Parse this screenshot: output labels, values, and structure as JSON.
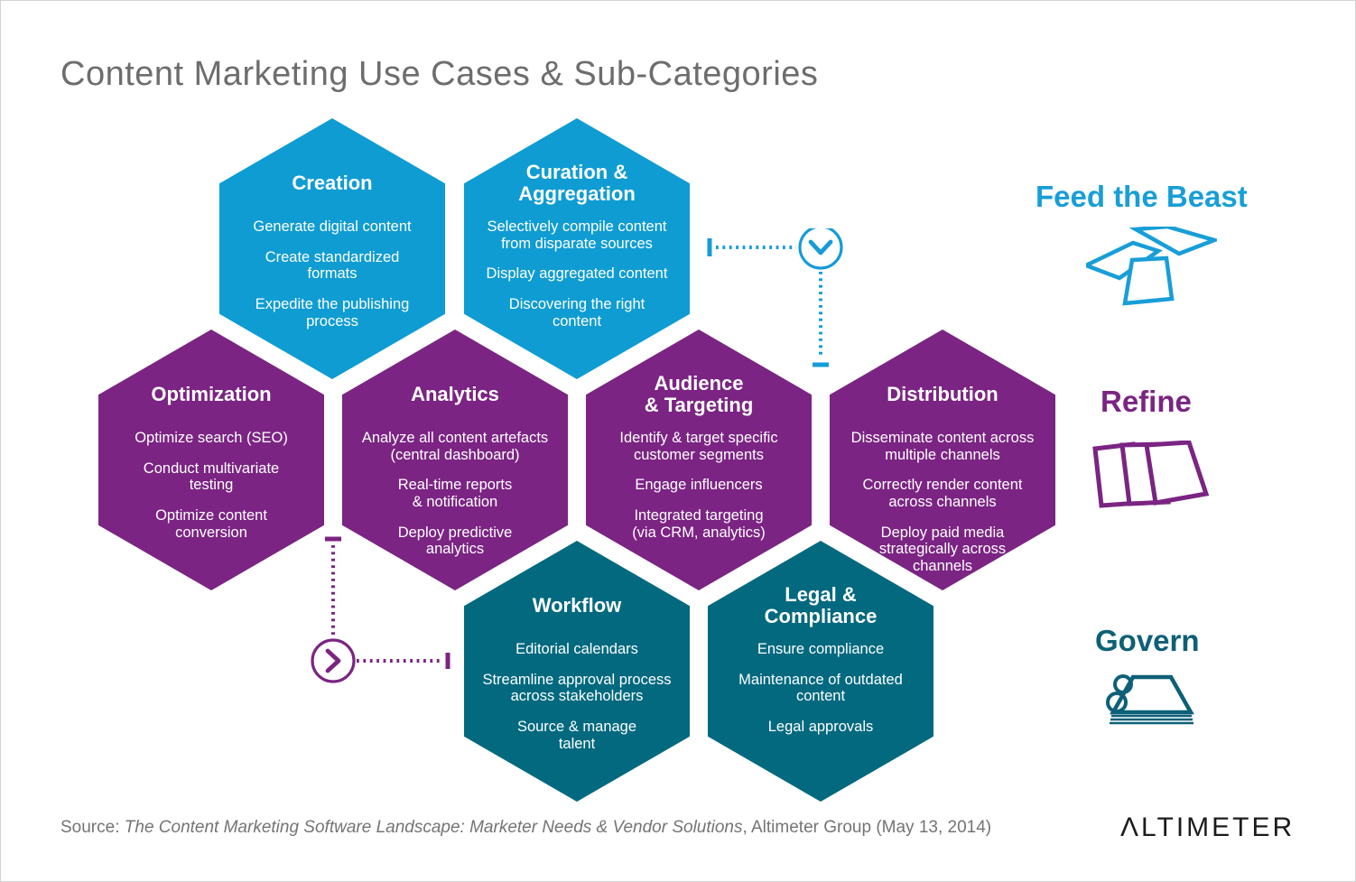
{
  "title": "Content Marketing Use Cases & Sub-Categories",
  "colors": {
    "blue": "#0f9cd3",
    "purple": "#7b2483",
    "teal": "#02697f",
    "legend_blue": "#189ed8",
    "legend_purple": "#7b2483",
    "legend_teal": "#0d6077",
    "title_gray": "#6d6d6d",
    "source_gray": "#747474",
    "logo_black": "#1b1b1b"
  },
  "hexes": [
    {
      "label": "Creation",
      "color": "#0f9cd3",
      "items": [
        "Generate digital content",
        "Create standardized\nformats",
        "Expedite the publishing\nprocess"
      ]
    },
    {
      "label": "Curation &\nAggregation",
      "color": "#0f9cd3",
      "items": [
        "Selectively compile content\nfrom disparate sources",
        "Display aggregated content",
        "Discovering the right\ncontent"
      ]
    },
    {
      "label": "Optimization",
      "color": "#7b2483",
      "items": [
        "Optimize search (SEO)",
        "Conduct multivariate\ntesting",
        "Optimize content\nconversion"
      ]
    },
    {
      "label": "Analytics",
      "color": "#7b2483",
      "items": [
        "Analyze all content artefacts\n(central dashboard)",
        "Real-time reports\n& notification",
        "Deploy predictive\nanalytics"
      ]
    },
    {
      "label": "Audience\n& Targeting",
      "color": "#7b2483",
      "items": [
        "Identify & target specific\ncustomer segments",
        "Engage influencers",
        "Integrated targeting\n(via CRM, analytics)"
      ]
    },
    {
      "label": "Distribution",
      "color": "#7b2483",
      "items": [
        "Disseminate content across\nmultiple channels",
        "Correctly render content\nacross channels",
        "Deploy paid media\nstrategically across\nchannels"
      ]
    },
    {
      "label": "Workflow",
      "color": "#02697f",
      "items": [
        "Editorial calendars",
        "Streamline approval process\nacross stakeholders",
        "Source & manage\ntalent"
      ]
    },
    {
      "label": "Legal &\nCompliance",
      "color": "#02697f",
      "items": [
        "Ensure compliance",
        "Maintenance of outdated\ncontent",
        "Legal approvals"
      ]
    }
  ],
  "legend": [
    {
      "label": "Feed the Beast",
      "color": "#189ed8",
      "icon": "scattered-pages-icon"
    },
    {
      "label": "Refine",
      "color": "#7b2483",
      "icon": "stacked-pages-icon"
    },
    {
      "label": "Govern",
      "color": "#0d6077",
      "icon": "bound-report-icon"
    }
  ],
  "connectors": [
    {
      "name": "feed-to-refine",
      "color": "#169bd7",
      "icon": "chevron-down-circle-icon"
    },
    {
      "name": "refine-to-govern",
      "color": "#7b2483",
      "icon": "chevron-right-circle-icon"
    }
  ],
  "source": {
    "prefix": "Source: ",
    "italic": "The Content Marketing Software Landscape: Marketer Needs & Vendor Solutions",
    "rest": ", Altimeter Group (May 13, 2014)"
  },
  "logo_text": "ΛLTIMETER"
}
